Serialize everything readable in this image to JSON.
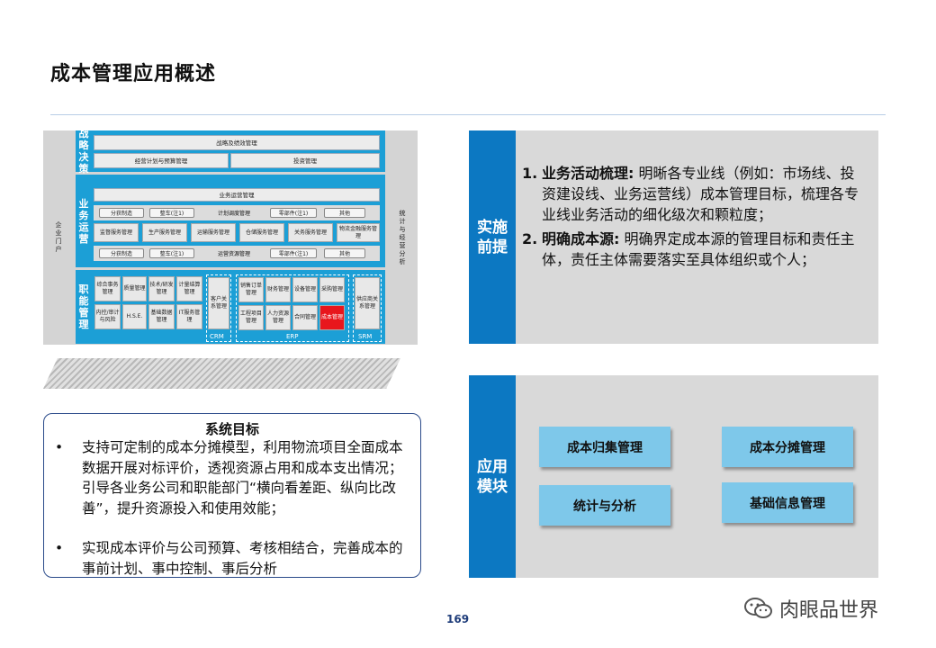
{
  "title": "成本管理应用概述",
  "architecture": {
    "left_side": "企业门户",
    "right_side": "统计与经营分析",
    "strategy": {
      "label": "战略决策",
      "row1": "战略及绩效管理",
      "row2": [
        "经营计划与预算管理",
        "投资管理"
      ]
    },
    "operations": {
      "label": "业务运营",
      "row1": "业务运营管理",
      "chips1": [
        "分获制造",
        "整车(注1)",
        "计划调度管理",
        "零部件(注1)",
        "其他"
      ],
      "row3": [
        "监督服务管理",
        "生产服务管理",
        "运输服务管理",
        "仓储服务管理",
        "关务服务管理",
        "物流金融服务管理"
      ],
      "chips2": [
        "分获制造",
        "整车(注1)",
        "运营资源管理",
        "零部件(注1)",
        "其他"
      ]
    },
    "functions": {
      "label": "职能管理",
      "grid": [
        [
          "综合事务管理",
          "质量管理",
          "技术/研发管理",
          "计量结算管理"
        ],
        [
          "内控/审计与风险",
          "H.S.E.",
          "基础数据管理",
          "IT服务管理"
        ]
      ],
      "crm_box": "客户关系管理",
      "crm": "CRM",
      "erp_grid": [
        [
          "销售订单管理",
          "财务管理",
          "设备管理",
          "采购管理"
        ],
        [
          "工程项目管理",
          "人力资源管理",
          "合同管理",
          "成本管理"
        ]
      ],
      "erp": "ERP",
      "srm_box": "供应商关系管理",
      "srm": "SRM"
    }
  },
  "goals": {
    "title": "系统目标",
    "bullet": "•",
    "items": [
      "支持可定制的成本分摊模型，利用物流项目全面成本数据开展对标评价，透视资源占用和成本支出情况；引导各业务公司和职能部门“横向看差距、纵向比改善”，提升资源投入和使用效能；",
      "实现成本评价与公司预算、考核相结合，完善成本的事前计划、事中控制、事后分析"
    ]
  },
  "prereq": {
    "head": "实施前提",
    "items": [
      {
        "num": "1.",
        "keyword": "业务活动梳理:",
        "text": "明晰各专业线（例如：市场线、投资建设线、业务运营线）成本管理目标，梳理各专业线业务活动的细化级次和颗粒度；"
      },
      {
        "num": "2.",
        "keyword": "明确成本源:",
        "text": "明确界定成本源的管理目标和责任主体，责任主体需要落实至具体组织或个人；"
      }
    ]
  },
  "modules": {
    "head": "应用模块",
    "items": [
      "成本归集管理",
      "成本分摊管理",
      "统计与分析",
      "基础信息管理"
    ]
  },
  "page_number": "169",
  "watermark": "肉眼品世界",
  "colors": {
    "accent_blue": "#0c78c2",
    "band_blue": "#1c9fd6",
    "module_blue": "#7ec8ea",
    "panel_gray": "#d9d9d9",
    "highlight_red": "#e8161c"
  }
}
